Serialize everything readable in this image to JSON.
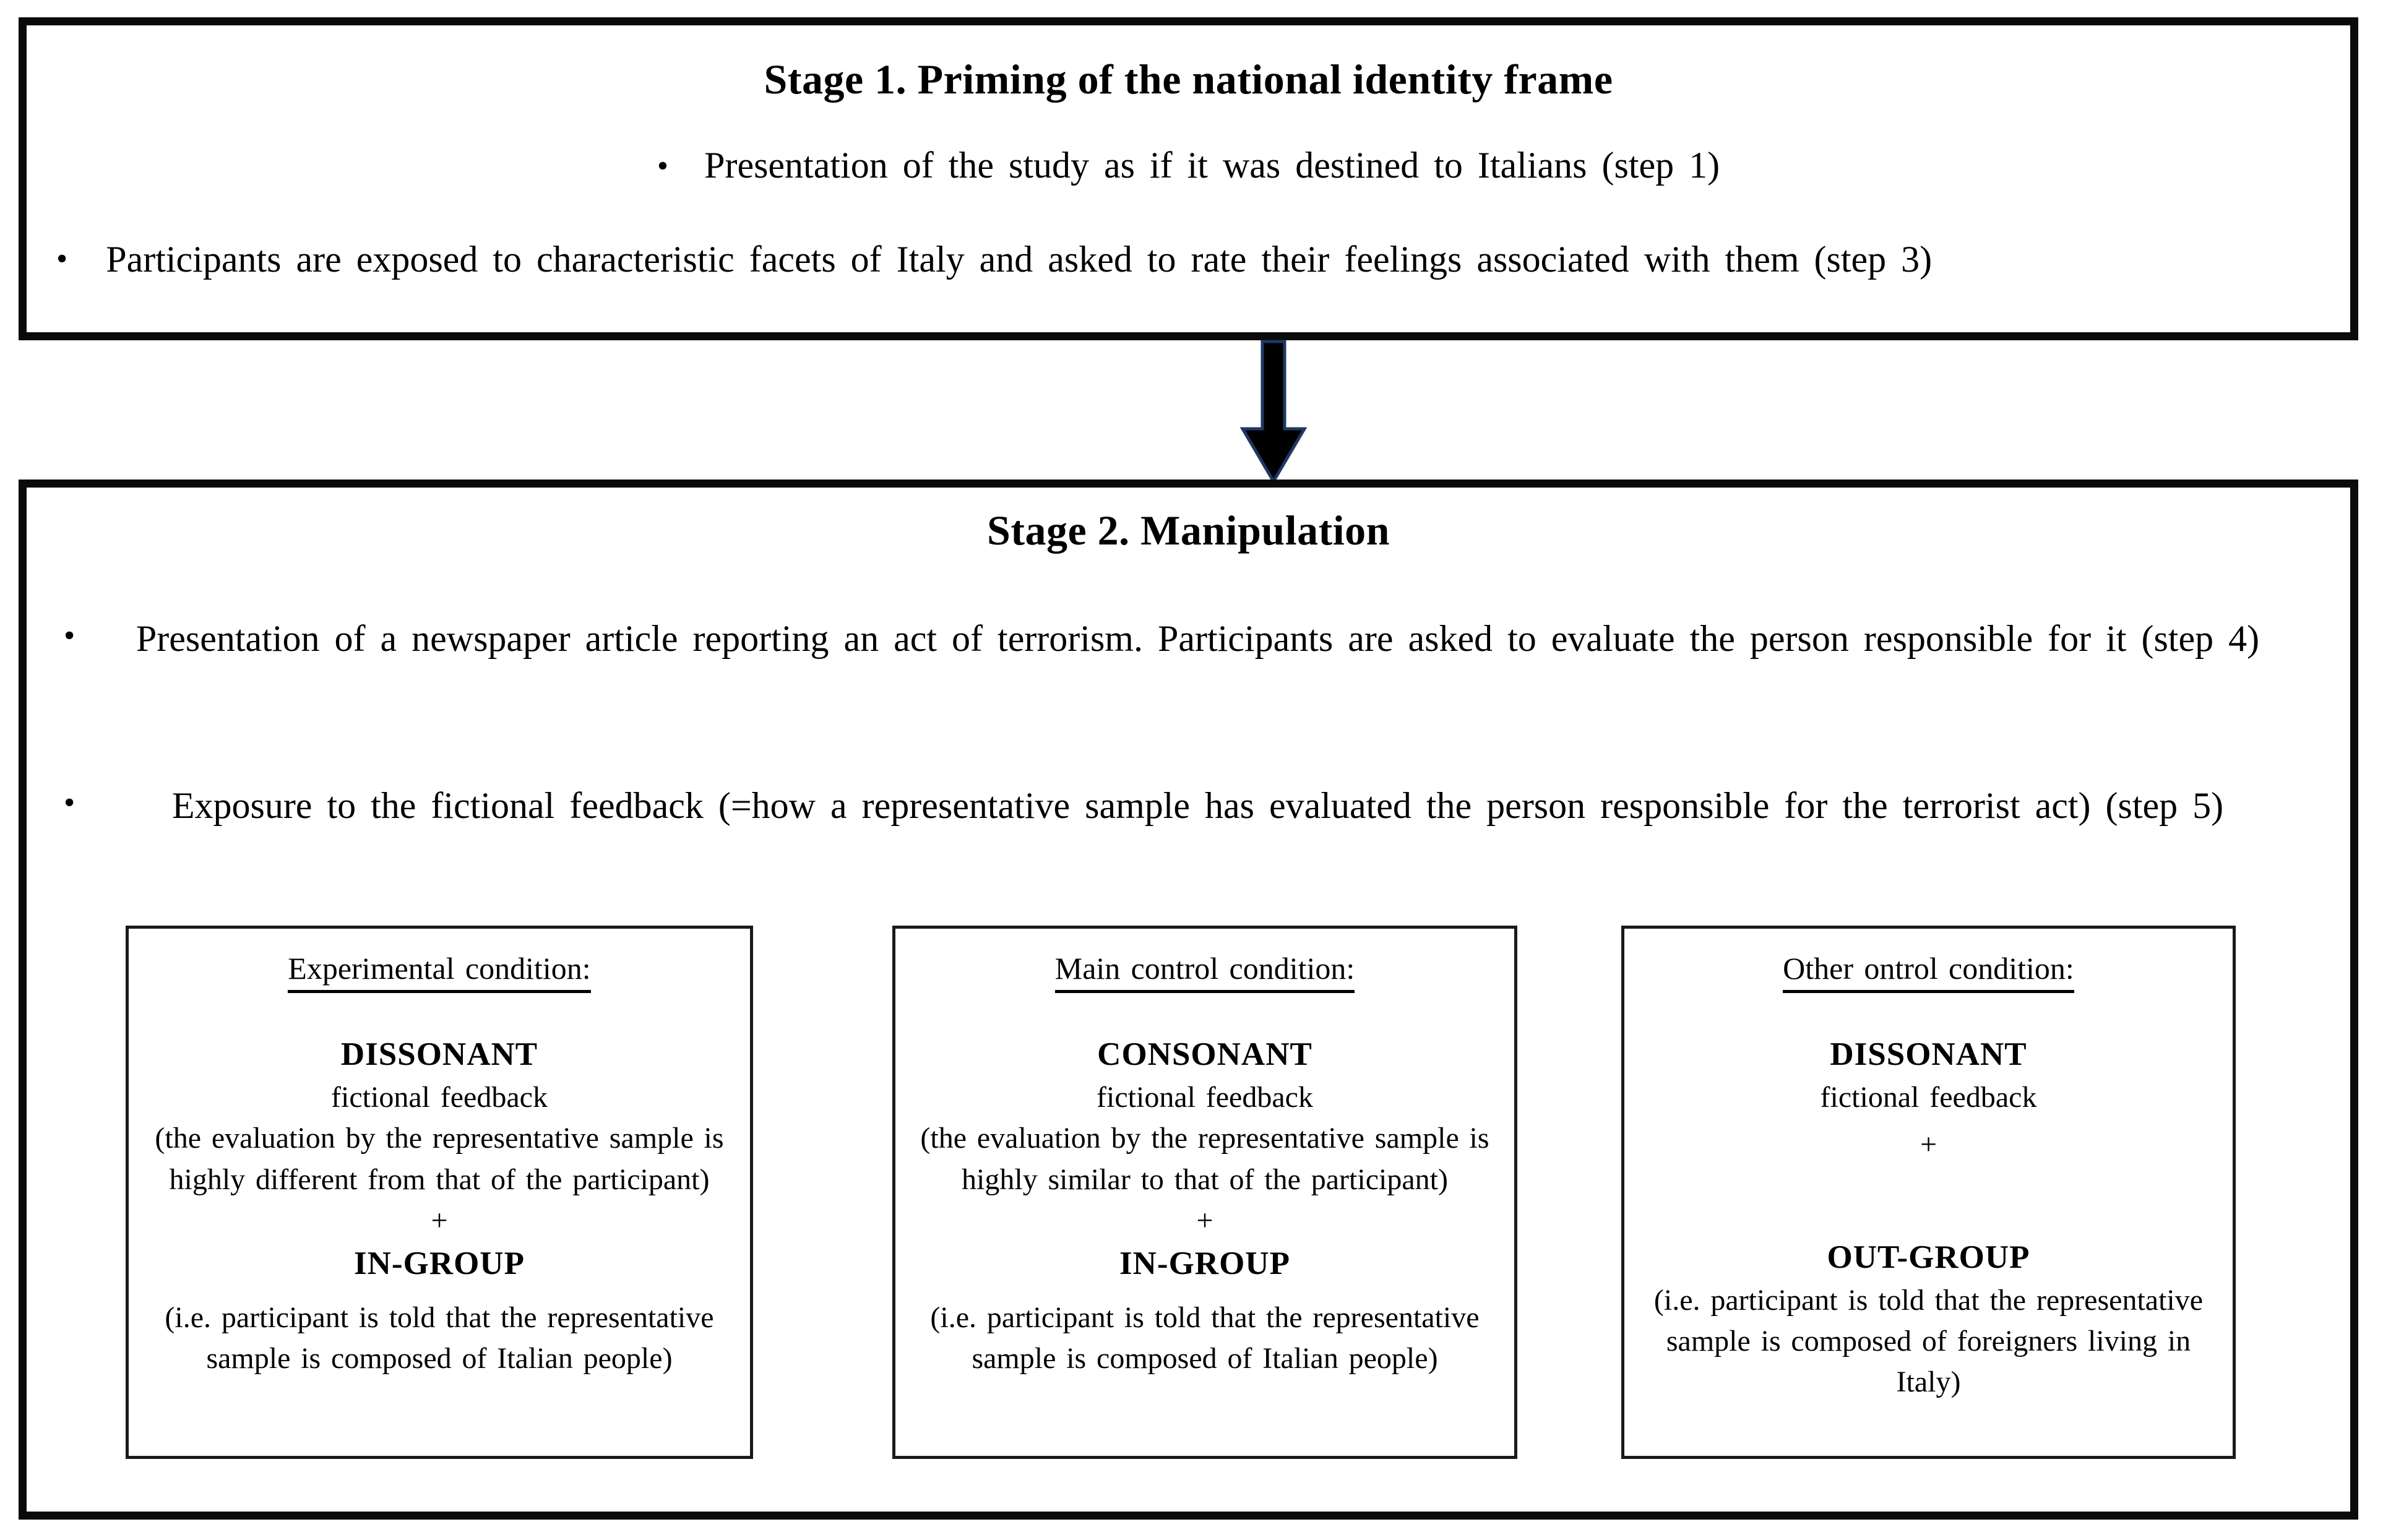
{
  "page": {
    "background": "#ffffff",
    "text_color": "#000000",
    "border_color": "#0a0a0a"
  },
  "stage1": {
    "title": "Stage 1. Priming of the national identity frame",
    "bullet_glyph": "•",
    "bullets": [
      "Presentation of the study as if it was destined to Italians (step 1)",
      "Participants are exposed to characteristic facets of Italy and asked to rate their feelings associated with them (step 3)"
    ]
  },
  "arrow": {
    "direction": "down",
    "fill": "#000000",
    "outline": "#1f3864"
  },
  "stage2": {
    "title": "Stage 2. Manipulation",
    "bullet_glyph": "•",
    "bullets": [
      "Presentation of a newspaper article reporting an act of terrorism. Participants are asked to evaluate the person responsible for it (step 4)",
      "Exposure to the fictional feedback (=how a representative sample has evaluated the person responsible for the terrorist act) (step 5)"
    ],
    "conditions": [
      {
        "title": "Experimental condition:",
        "feedback_type": "DISSONANT",
        "feedback_label": "fictional feedback",
        "feedback_note": "(the evaluation by the representative sample is highly different from that of the participant)",
        "plus": "+",
        "group_type": "IN-GROUP",
        "group_note": "(i.e. participant is told that the representative sample is composed of Italian people)"
      },
      {
        "title": "Main control condition:",
        "feedback_type": "CONSONANT",
        "feedback_label": "fictional feedback",
        "feedback_note": "(the evaluation by the representative sample is highly similar to that of the participant)",
        "plus": "+",
        "group_type": "IN-GROUP",
        "group_note": "(i.e. participant is told that the representative sample is composed of Italian people)"
      },
      {
        "title": "Other ontrol condition:",
        "feedback_type": "DISSONANT",
        "feedback_label": "fictional feedback",
        "plus": "+",
        "group_type": "OUT-GROUP",
        "group_note": "(i.e. participant is told that the representative sample is composed of foreigners living in Italy)"
      }
    ]
  }
}
